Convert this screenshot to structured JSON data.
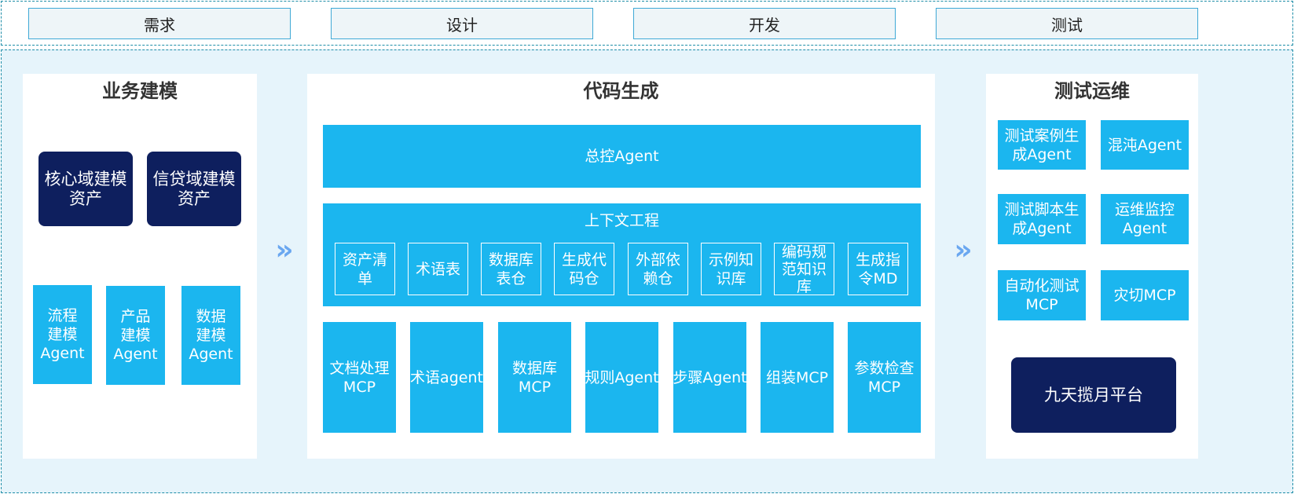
{
  "phases": [
    "需求",
    "设计",
    "开发",
    "测试"
  ],
  "business_modeling": {
    "title": "业务建模",
    "assets": [
      "核心域建模\n资产",
      "信贷域建模\n资产"
    ],
    "agents": [
      "流程\n建模\nAgent",
      "产品\n建模\nAgent",
      "数据\n建模\nAgent"
    ]
  },
  "code_generation": {
    "title": "代码生成",
    "master_agent": "总控Agent",
    "context": {
      "title": "上下文工程",
      "items": [
        "资产清\n单",
        "术语表",
        "数据库\n表仓",
        "生成代\n码仓",
        "外部依\n赖仓",
        "示例知\n识库",
        "编码规\n范知识\n库",
        "生成指\n令MD"
      ]
    },
    "tools": [
      "文档处理\nMCP",
      "术语agent",
      "数据库\nMCP",
      "规则Agent",
      "步骤Agent",
      "组装MCP",
      "参数检查\nMCP"
    ]
  },
  "test_ops": {
    "title": "测试运维",
    "items": [
      "测试案例生\n成Agent",
      "混沌Agent",
      "测试脚本生\n成Agent",
      "运维监控\nAgent",
      "自动化测试\nMCP",
      "灾切MCP"
    ],
    "platform": "九天揽月平台"
  },
  "arrow_glyph": "»",
  "colors": {
    "light_box": "#1bb6ef",
    "dark_box": "#0e1f5e",
    "background": "#e6f4fb",
    "arrow": "#6aa7f0"
  }
}
